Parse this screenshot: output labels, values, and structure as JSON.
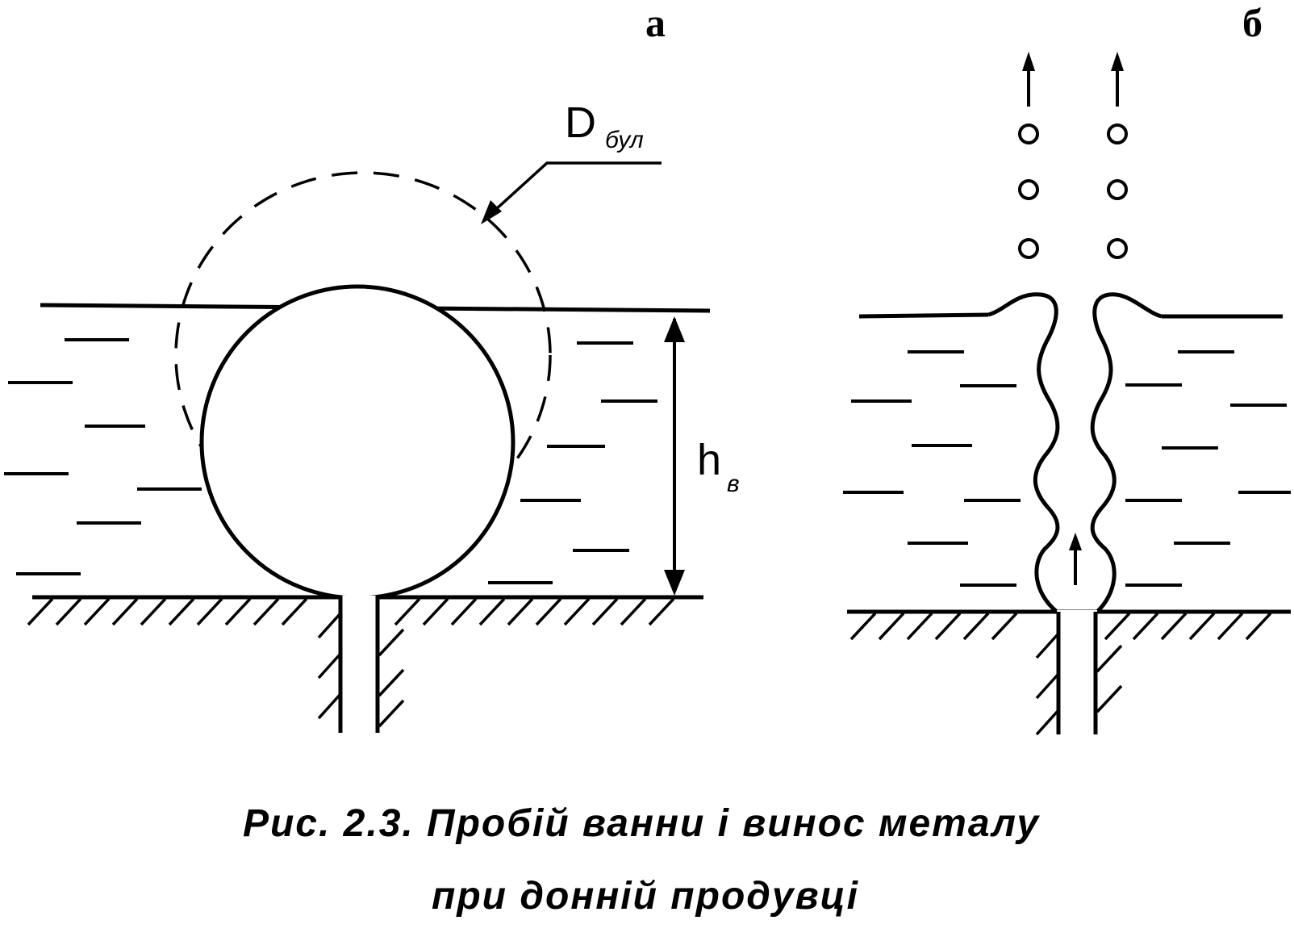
{
  "panels": {
    "a": {
      "label": "а"
    },
    "b": {
      "label": "б"
    }
  },
  "symbols": {
    "bubble_diameter": {
      "main": "D",
      "sub": "бул"
    },
    "bath_depth": {
      "main": "h",
      "sub": "в"
    }
  },
  "caption": {
    "line1": "Рис. 2.3. Пробій ванни і винос металу",
    "line2": "при донній продувці"
  }
}
